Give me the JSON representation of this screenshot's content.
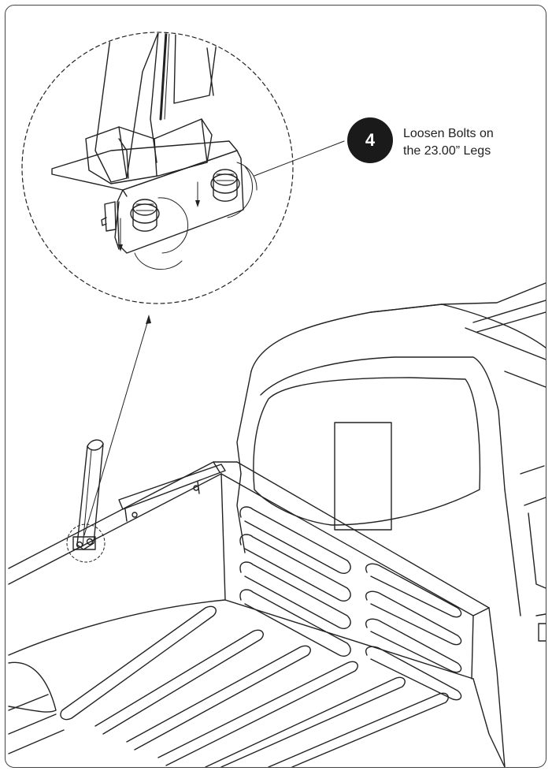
{
  "callout": {
    "step_number": "4",
    "text_line1": "Loosen Bolts on",
    "text_line2": "the 23.00” Legs"
  },
  "icons": [
    "step-number-badge",
    "detail-magnifier-circle",
    "rotation-arrow-icon",
    "truck-bed-illustration",
    "rack-leg-illustration"
  ],
  "colors": {
    "line": "#222222",
    "badge": "#1a1a1a",
    "badge_text": "#ffffff"
  }
}
